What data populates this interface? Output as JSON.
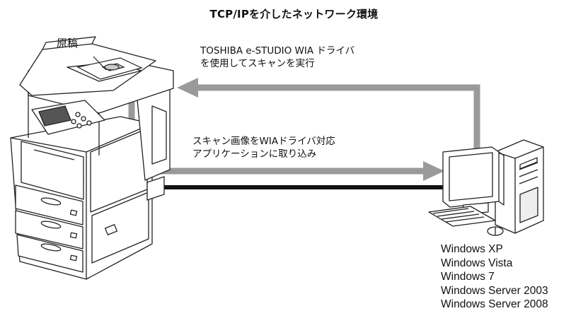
{
  "title": "TCP/IPを介したネットワーク環境",
  "original_label": "原稿",
  "arrow_top_text": [
    "TOSHIBA e-STUDIO WIA ドライバ",
    "を使用してスキャンを実行"
  ],
  "arrow_bottom_text": [
    "スキャン画像をWIAドライバ対応",
    "アプリケーションに取り込み"
  ],
  "os_list": [
    "Windows XP",
    "Windows Vista",
    "Windows 7",
    "Windows Server 2003",
    "Windows Server 2008"
  ],
  "colors": {
    "arrow": "#9a9a9a",
    "network_line": "#111111",
    "outline": "#222222"
  },
  "icons": [
    "mfp-copier-icon",
    "document-original-icon",
    "desktop-computer-icon"
  ]
}
